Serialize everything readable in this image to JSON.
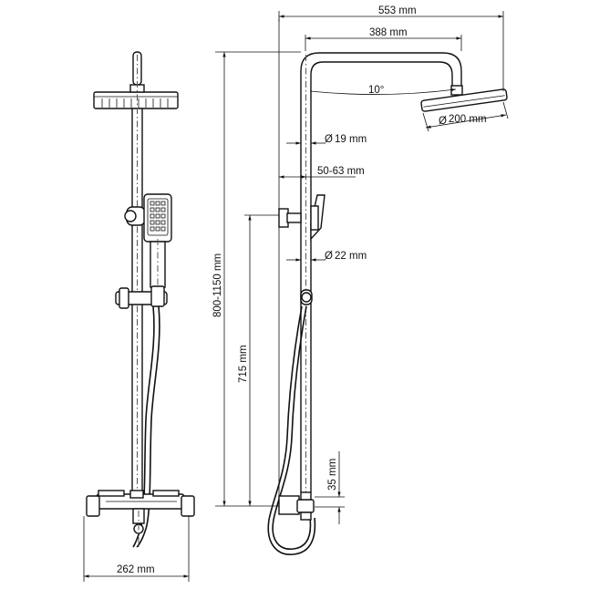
{
  "dimensions": {
    "total_width": "553 mm",
    "arm_length": "388 mm",
    "head_angle": "10°",
    "head_diameter": "200 mm",
    "pipe_upper": "19 mm",
    "wall_offset": "50-63 mm",
    "pipe_lower": "22 mm",
    "height_range": "800-1150 mm",
    "slider_height": "715 mm",
    "mixer_offset": "35 mm",
    "mixer_width": "262 mm"
  },
  "symbols": {
    "diameter": "Ø"
  },
  "colors": {
    "line": "#111111",
    "background": "#ffffff"
  }
}
